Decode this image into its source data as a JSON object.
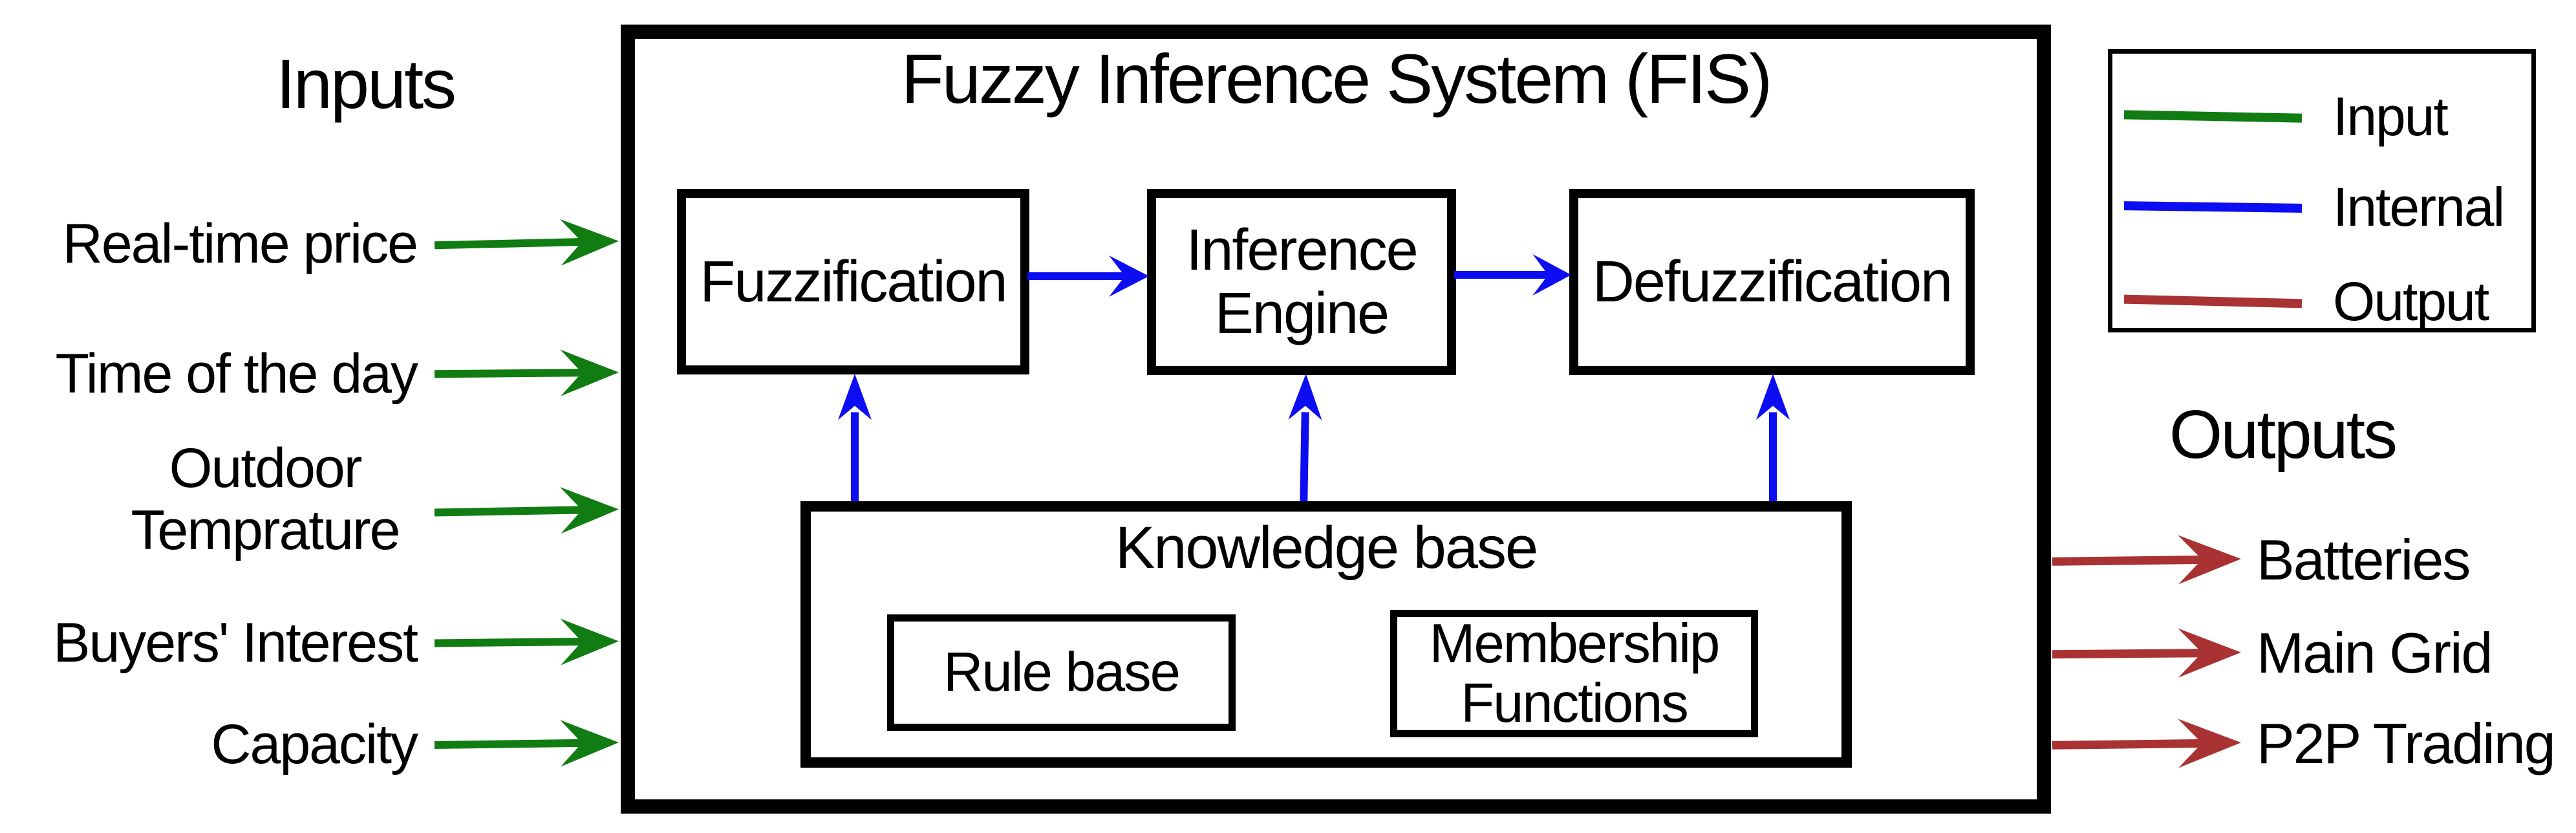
{
  "colors": {
    "input": "#117C11",
    "internal": "#0D0DF2",
    "output": "#A93232",
    "line": "#000000",
    "background": "#FFFFFF"
  },
  "inputs": {
    "title": "Inputs",
    "items": [
      "Real-time price",
      "Time of the day",
      "Outdoor\nTemprature",
      "Buyers' Interest",
      "Capacity"
    ]
  },
  "fis": {
    "title": "Fuzzy Inference System (FIS)",
    "stages": [
      "Fuzzification",
      "Inference\nEngine",
      "Defuzzification"
    ],
    "knowledge_base": {
      "title": "Knowledge base",
      "components": [
        "Rule base",
        "Membership\nFunctions"
      ]
    }
  },
  "legend": {
    "items": [
      {
        "label": "Input",
        "color": "#117C11"
      },
      {
        "label": "Internal",
        "color": "#0D0DF2"
      },
      {
        "label": "Output",
        "color": "#A93232"
      }
    ]
  },
  "outputs": {
    "title": "Outputs",
    "items": [
      "Batteries",
      "Main Grid",
      "P2P Trading"
    ]
  }
}
